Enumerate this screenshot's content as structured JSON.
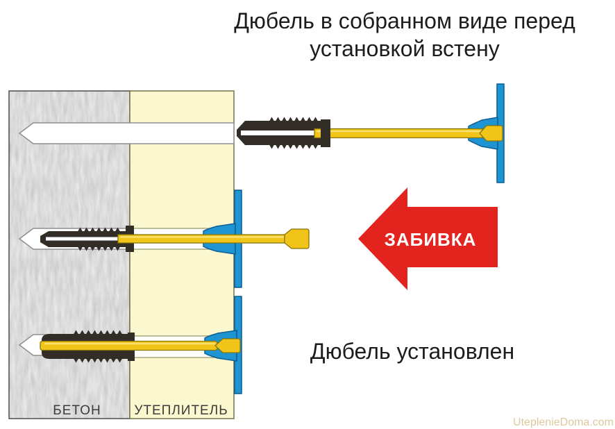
{
  "title": {
    "line1": "Дюбель в собранном виде перед",
    "line2": "установкой встену"
  },
  "wall": {
    "concrete_label": "БЕТОН",
    "insulation_label": "УТЕПЛИТЕЛЬ"
  },
  "stage_driving": {
    "arrow_label": "ЗАБИВКА"
  },
  "stage_installed": {
    "caption": "Дюбель установлен"
  },
  "watermark": {
    "text": "UteplenieDoma.com"
  },
  "colors": {
    "arrow_red": "#e2231e",
    "plate_blue": "#1e95d2",
    "plate_blue_border": "#0c5d92",
    "nail_yellow": "#f0c419",
    "nail_yellow_border": "#87760a",
    "sleeve_black": "#332d28",
    "insulation_fill": "#fbf7cf",
    "concrete_fill": "#b5b5b5",
    "hole_white": "#ffffff",
    "watermark_tan": "#ddc89c"
  }
}
